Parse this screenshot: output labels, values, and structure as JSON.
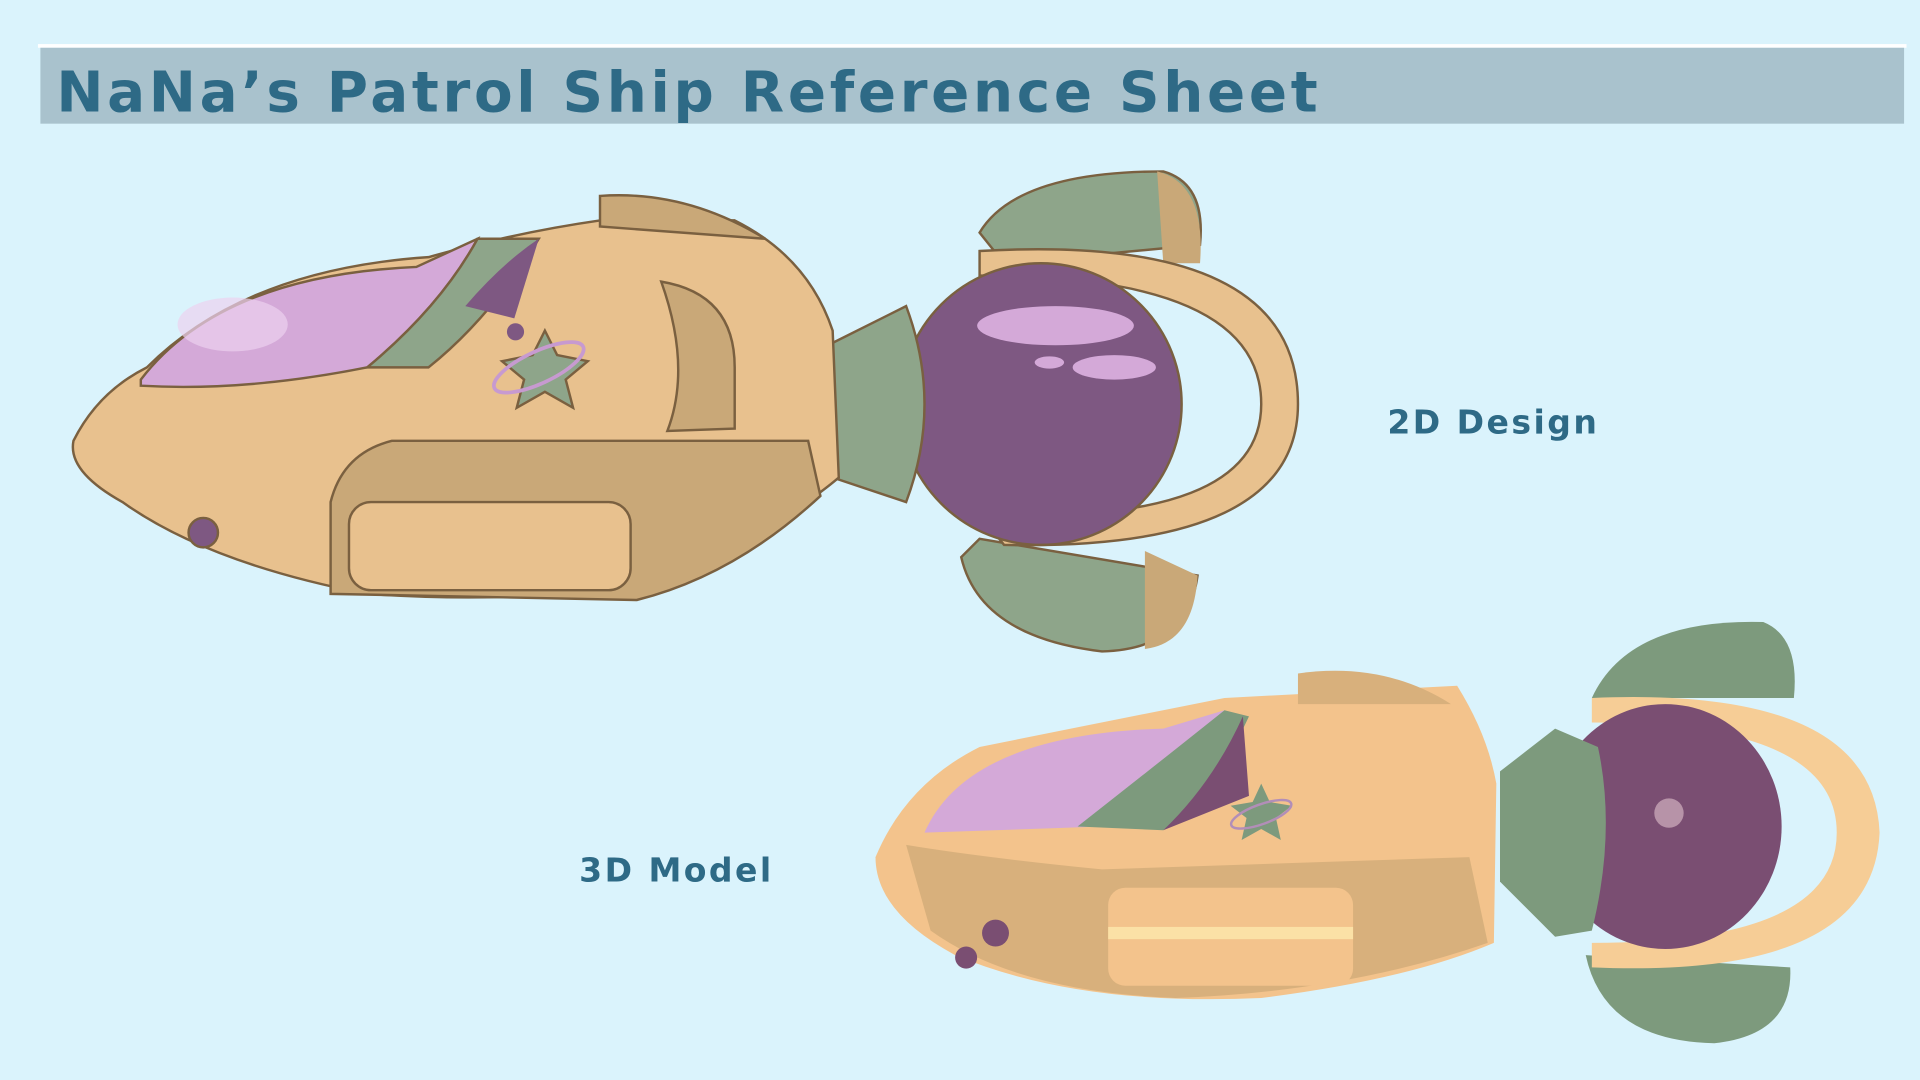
{
  "title": "NaNa’s Patrol Ship Reference Sheet",
  "labels": {
    "design_2d": "2D Design",
    "model_3d": "3D Model"
  },
  "colors": {
    "background": "#daf3fc",
    "title_bar": "#a9c2cd",
    "title_text": "#2e6a86",
    "hull_tan": "#e8c18e",
    "hull_shadow": "#c9a878",
    "canopy_lilac": "#d4a9d8",
    "sage_green": "#8ea58a",
    "plum": "#7e5882"
  }
}
